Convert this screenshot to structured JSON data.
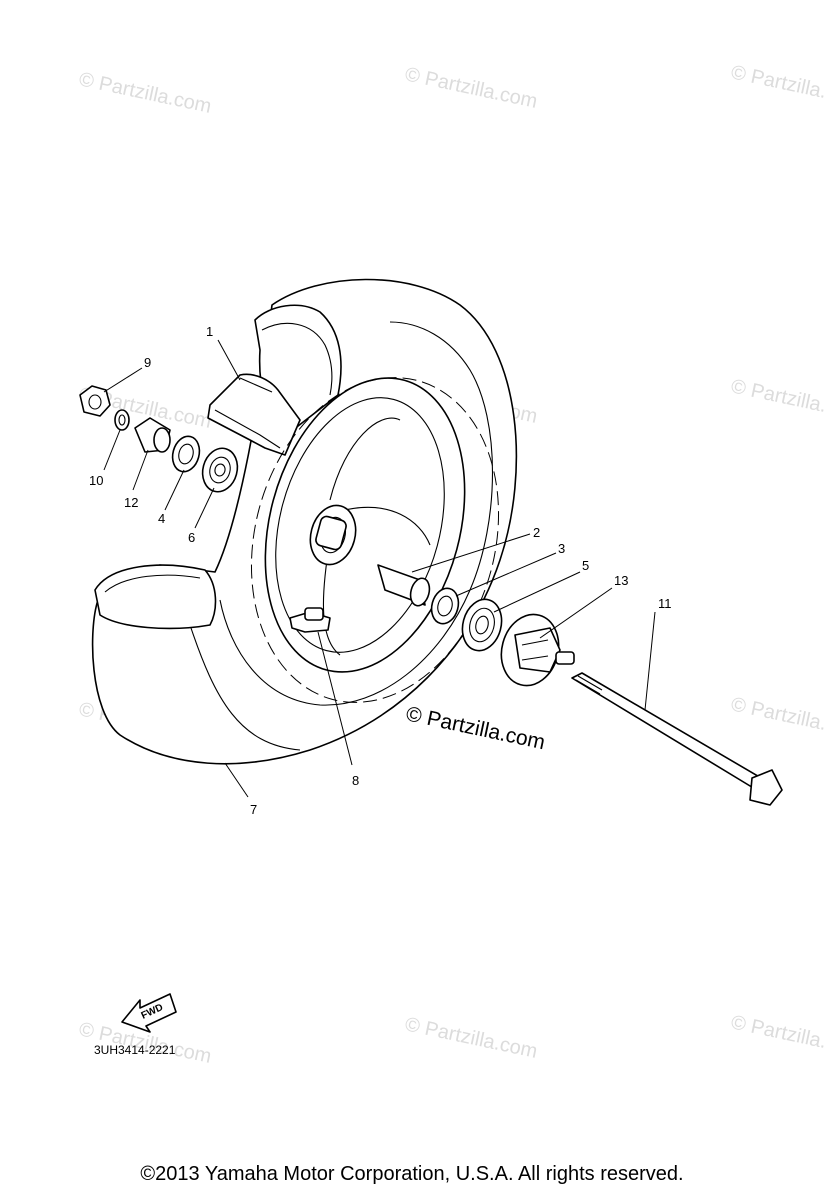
{
  "watermark": "© Partzilla.com",
  "main_watermark": "© Partzilla.com",
  "callouts": [
    {
      "id": "1",
      "label": "1"
    },
    {
      "id": "2",
      "label": "2"
    },
    {
      "id": "3",
      "label": "3"
    },
    {
      "id": "4",
      "label": "4"
    },
    {
      "id": "5",
      "label": "5"
    },
    {
      "id": "6",
      "label": "6"
    },
    {
      "id": "7",
      "label": "7"
    },
    {
      "id": "8",
      "label": "8"
    },
    {
      "id": "9",
      "label": "9"
    },
    {
      "id": "10",
      "label": "10"
    },
    {
      "id": "11",
      "label": "11"
    },
    {
      "id": "12",
      "label": "12"
    },
    {
      "id": "13",
      "label": "13"
    }
  ],
  "fwd_label": "FWD",
  "part_code": "3UH3414-2221",
  "copyright": "©2013 Yamaha Motor Corporation, U.S.A. All rights reserved."
}
